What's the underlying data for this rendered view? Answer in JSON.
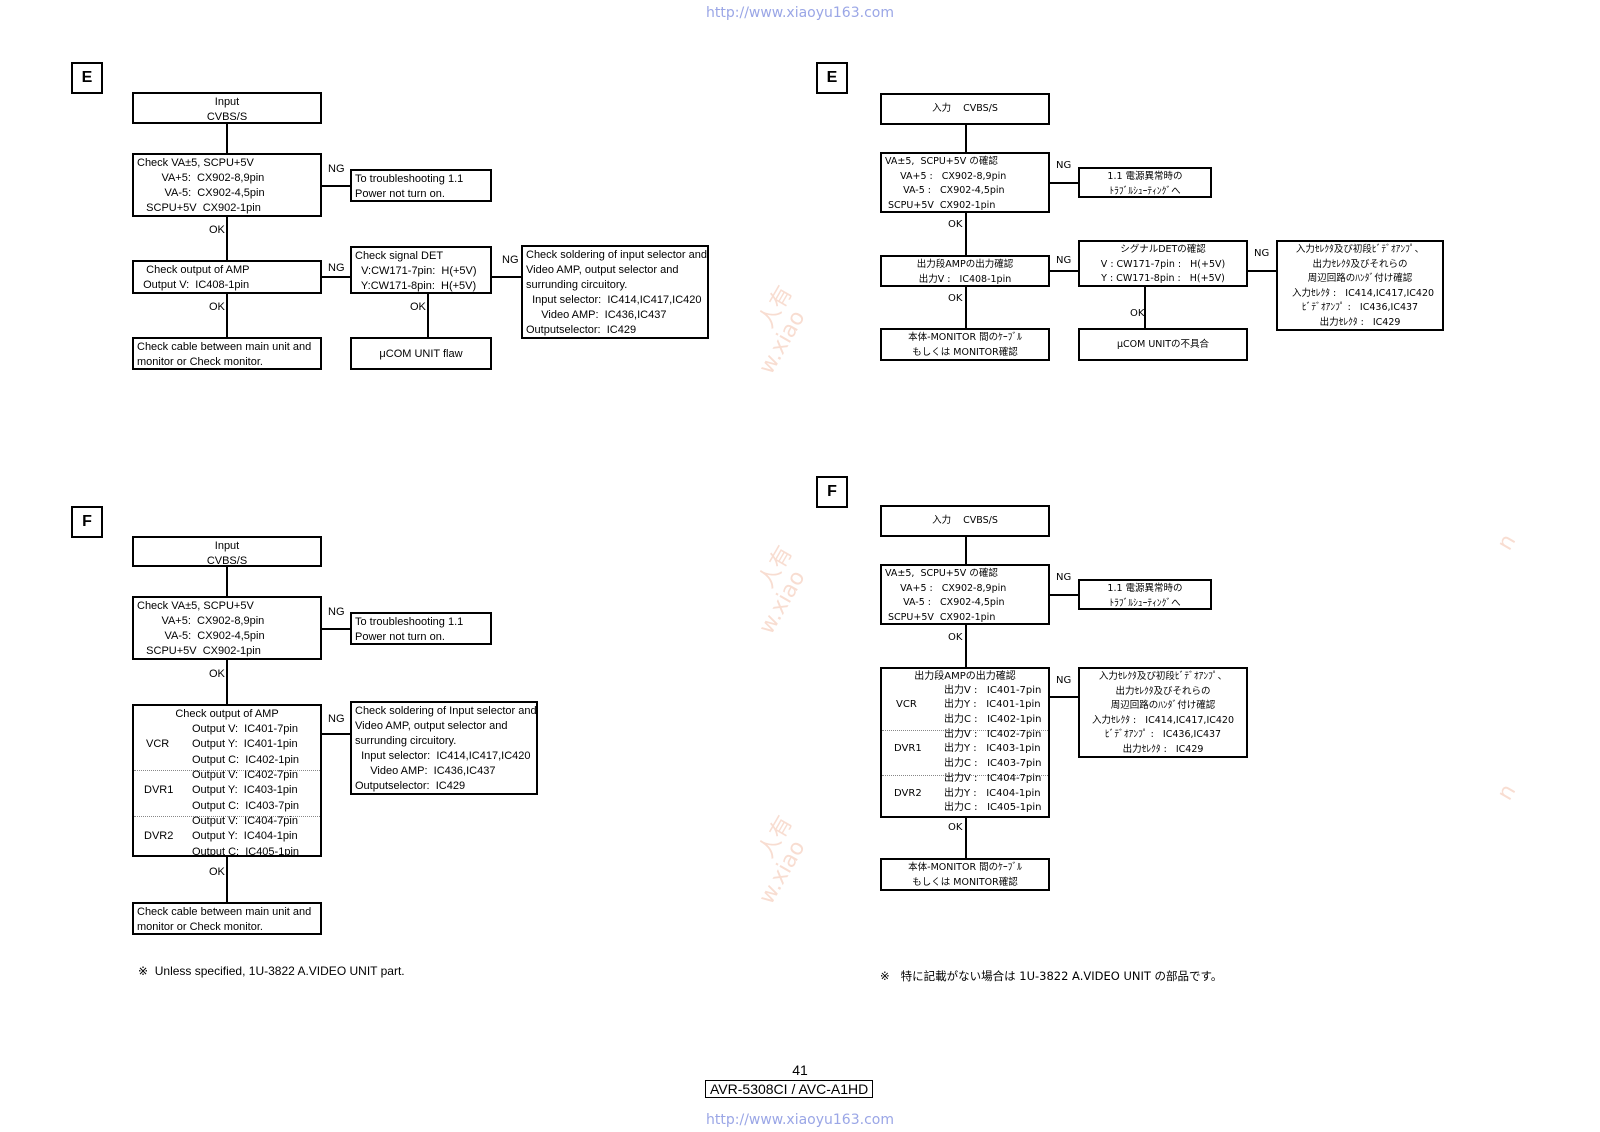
{
  "header_url": "http://www.xiaoyu163.com",
  "footer_url": "http://www.xiaoyu163.com",
  "page_number": "41",
  "model": "AVR-5308CI / AVC-A1HD",
  "watermarks": [
    "人有",
    "w.xiao",
    "n"
  ],
  "labels": {
    "ng": "NG",
    "ok": "OK"
  },
  "en_e": {
    "section": "E",
    "input": "Input\nCVBS/S",
    "check_power": "Check VA±5, SCPU+5V\n        VA+5:  CX902-8,9pin\n         VA-5:  CX902-4,5pin\n   SCPU+5V  CX902-1pin",
    "trouble": "To troubleshooting 1.1\nPower not turn on.",
    "check_amp": "   Check output of AMP\n  Output V:  IC408-1pin",
    "signal_det": "Check signal DET\n  V:CW171-7pin:  H(+5V)\n  Y:CW171-8pin:  H(+5V)",
    "soldering": "Check soldering of input selector and\nVideo AMP, output selector and\nsurrunding circuitory.\n  Input selector:  IC414,IC417,IC420\n     Video AMP:  IC436,IC437\nOutputselector:  IC429",
    "cable": "Check cable between main unit and\nmonitor or Check monitor.",
    "ucom": "μCOM UNIT flaw"
  },
  "en_f": {
    "section": "F",
    "input": "Input\nCVBS/S",
    "check_power": "Check VA±5, SCPU+5V\n        VA+5:  CX902-8,9pin\n         VA-5:  CX902-4,5pin\n   SCPU+5V  CX902-1pin",
    "trouble": "To troubleshooting 1.1\nPower not turn on.",
    "amp_title": "Check output of AMP",
    "groups": [
      "VCR",
      "DVR1",
      "DVR2"
    ],
    "amp_rows": [
      "Output V:  IC401-7pin",
      "Output Y:  IC401-1pin",
      "Output C:  IC402-1pin",
      "Output V:  IC402-7pin",
      "Output Y:  IC403-1pin",
      "Output C:  IC403-7pin",
      "Output V:  IC404-7pin",
      "Output Y:  IC404-1pin",
      "Output C:  IC405-1pin"
    ],
    "soldering": "Check soldering of Input selector and\nVideo AMP, output selector and\nsurrunding circuitory.\n  Input selector:  IC414,IC417,IC420\n     Video AMP:  IC436,IC437\nOutputselector:  IC429",
    "cable": "Check cable between main unit and\nmonitor or Check monitor.",
    "note": "※  Unless specified, 1U-3822 A.VIDEO UNIT part."
  },
  "jp_e": {
    "section": "E",
    "input": "入力    CVBS/S",
    "check_power": "VA±5,  SCPU+5V の確認\n     VA+5 :   CX902-8,9pin\n      VA-5 :   CX902-4,5pin\n SCPU+5V  CX902-1pin",
    "trouble": "1.1 電源異常時の\nﾄﾗﾌﾞﾙｼｭｰﾃｨﾝｸﾞへ",
    "check_amp": "出力段AMPの出力確認\n出力V :   IC408-1pin",
    "signal_det": "シグナルDETの確認\nV : CW171-7pin :   H(+5V)\nY : CW171-8pin :   H(+5V)",
    "soldering": "入力ｾﾚｸﾀ及び初段ﾋﾞﾃﾞｵｱﾝﾌﾟ、\n出力ｾﾚｸﾀ及びそれらの\n周辺回路のﾊﾝﾀﾞ付け確認\n  入力ｾﾚｸﾀ :   IC414,IC417,IC420\nﾋﾞﾃﾞｵｱﾝﾌﾟ :   IC436,IC437\n出力ｾﾚｸﾀ :   IC429",
    "cable": "本体-MONITOR 間のｹｰﾌﾞﾙ\nもしくは MONITOR確認",
    "ucom": "μCOM UNITの不具合"
  },
  "jp_f": {
    "section": "F",
    "input": "入力    CVBS/S",
    "check_power": "VA±5,  SCPU+5V の確認\n     VA+5 :   CX902-8,9pin\n      VA-5 :   CX902-4,5pin\n SCPU+5V  CX902-1pin",
    "trouble": "1.1 電源異常時の\nﾄﾗﾌﾞﾙｼｭｰﾃｨﾝｸﾞへ",
    "amp_title": "出力段AMPの出力確認",
    "groups": [
      "VCR",
      "DVR1",
      "DVR2"
    ],
    "amp_rows": [
      "出力V :   IC401-7pin",
      "出力Y :   IC401-1pin",
      "出力C :   IC402-1pin",
      "出力V :   IC402-7pin",
      "出力Y :   IC403-1pin",
      "出力C :   IC403-7pin",
      "出力V :   IC404-7pin",
      "出力Y :   IC404-1pin",
      "出力C :   IC405-1pin"
    ],
    "soldering": "入力ｾﾚｸﾀ及び初段ﾋﾞﾃﾞｵｱﾝﾌﾟ、\n出力ｾﾚｸﾀ及びそれらの\n周辺回路のﾊﾝﾀﾞ付け確認\n入力ｾﾚｸﾀ :   IC414,IC417,IC420\nﾋﾞﾃﾞｵｱﾝﾌﾟ :   IC436,IC437\n出力ｾﾚｸﾀ :   IC429",
    "cable": "本体-MONITOR 間のｹｰﾌﾞﾙ\nもしくは MONITOR確認",
    "note": "※   特に記載がない場合は 1U-3822 A.VIDEO UNIT の部品です。"
  }
}
